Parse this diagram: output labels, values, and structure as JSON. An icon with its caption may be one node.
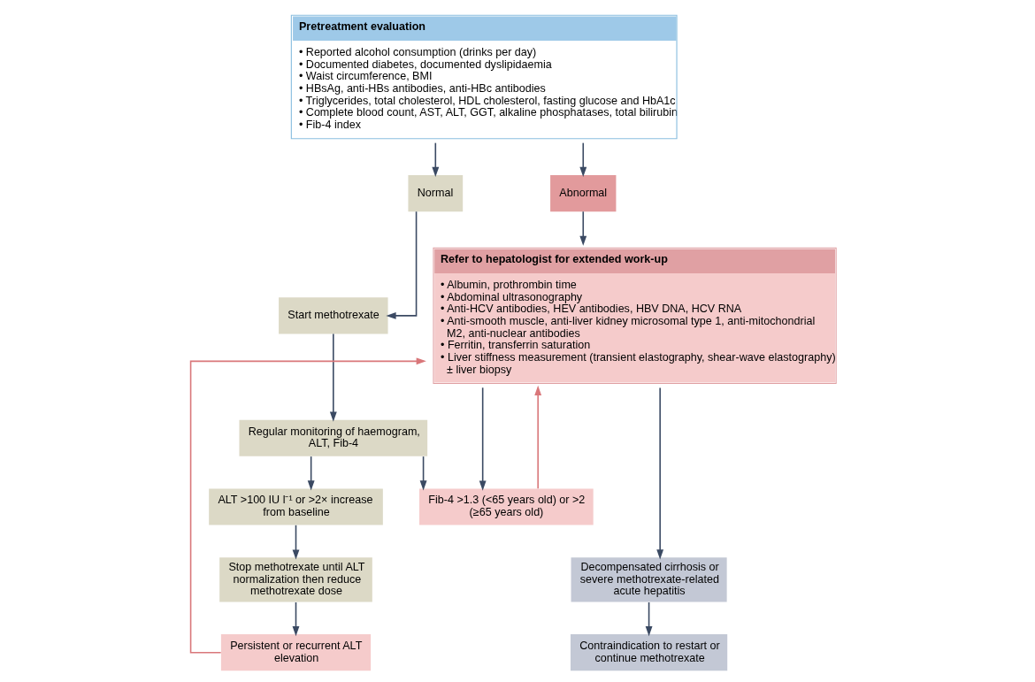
{
  "diagram": {
    "nodes": [
      {
        "text": [
          "Pretreatment evaluation",
          "• Reported alcohol consumption (drinks per day)",
          "• Documented diabetes, documented dyslipidaemia",
          "• Waist circumference, BMI",
          "• HBsAg, anti-HBs antibodies, anti-HBc antibodies",
          "• Triglycerides, total cholesterol, HDL cholesterol, fasting glucose and HbA1c",
          "• Complete blood count, AST, ALT, GGT, alkaline phosphatases, total bilirubin",
          "• Fib-4 index"
        ]
      },
      {
        "text": [
          "Normal"
        ]
      },
      {
        "text": [
          "Abnormal"
        ]
      },
      {
        "text": [
          "Start methotrexate"
        ]
      },
      {
        "text": [
          "Refer to hepatologist for extended work-up",
          "• Albumin, prothrombin time",
          "• Abdominal ultrasonography",
          "• Anti-HCV antibodies, HEV antibodies, HBV DNA, HCV RNA",
          "• Anti-smooth muscle, anti-liver kidney microsomal type 1, anti-mitochondrial M2, anti-nuclear antibodies",
          "• Ferritin, transferrin saturation",
          "• Liver stiffness measurement (transient elastography, shear-wave elastography) ± liver biopsy"
        ]
      },
      {
        "text": [
          "Regular monitoring of haemogram, ALT, Fib-4"
        ]
      },
      {
        "text": [
          "ALT >100 IU l⁻¹ or >2× increase from baseline"
        ]
      },
      {
        "text": [
          "Fib-4 >1.3 (<65 years old) or >2 (≥65 years old)"
        ]
      },
      {
        "text": [
          "Stop methotrexate until ALT normalization then reduce methotrexate dose"
        ]
      },
      {
        "text": [
          "Persistent or recurrent ALT elevation"
        ]
      },
      {
        "text": [
          "Decompensated cirrhosis or severe methotrexate-related acute hepatitis"
        ]
      },
      {
        "text": [
          "Contraindication to restart or continue methotrexate"
        ]
      }
    ],
    "edges": [
      {
        "from": 0,
        "to": 1,
        "arrow": "to"
      },
      {
        "from": 0,
        "to": 2,
        "arrow": "to"
      },
      {
        "from": 1,
        "to": 3,
        "arrow": "to"
      },
      {
        "from": 2,
        "to": 4,
        "arrow": "to"
      },
      {
        "from": 3,
        "to": 5,
        "arrow": "to"
      },
      {
        "from": 5,
        "to": 6,
        "arrow": "to"
      },
      {
        "from": 5,
        "to": 7,
        "arrow": "to"
      },
      {
        "from": 4,
        "to": 7,
        "arrow": "to"
      },
      {
        "from": 7,
        "to": 4,
        "arrow": "to",
        "color": "#d9777a"
      },
      {
        "from": 6,
        "to": 8,
        "arrow": "to"
      },
      {
        "from": 8,
        "to": 9,
        "arrow": "to"
      },
      {
        "from": 9,
        "to": 4,
        "arrow": "to",
        "color": "#d9777a"
      },
      {
        "from": 4,
        "to": 10,
        "arrow": "to"
      },
      {
        "from": 10,
        "to": 11,
        "arrow": "to"
      }
    ]
  }
}
